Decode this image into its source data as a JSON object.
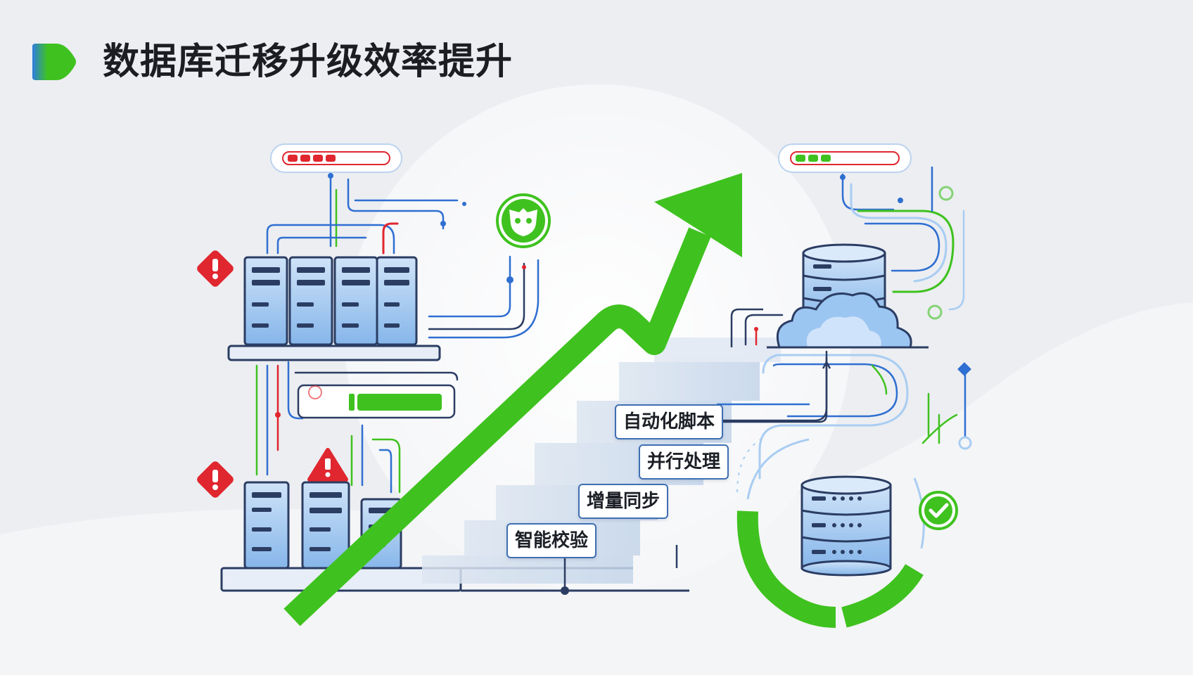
{
  "title": "数据库迁移升级效率提升",
  "steps": [
    {
      "label": "自动化脚本"
    },
    {
      "label": "并行处理"
    },
    {
      "label": "增量同步"
    },
    {
      "label": "智能校验"
    }
  ],
  "colors": {
    "green": "#3fc21f",
    "blue": "#2f6fd1",
    "light_blue": "#a9cdf2",
    "red": "#e0262e",
    "navy": "#2b3d63"
  },
  "icons": [
    "logo-icon",
    "warning-icon",
    "alert-triangle-icon",
    "robot-icon",
    "check-icon",
    "cloud-icon",
    "database-icon",
    "server-icon",
    "progress-bar-icon"
  ]
}
